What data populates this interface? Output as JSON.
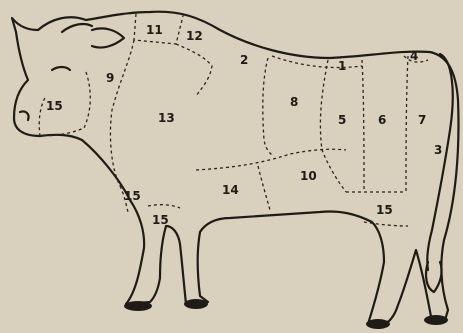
{
  "diagram": {
    "background": "#d9d0bd",
    "ink": "#1f1b16",
    "region_labels": [
      {
        "id": "1",
        "text": "1"
      },
      {
        "id": "2",
        "text": "2"
      },
      {
        "id": "3",
        "text": "3"
      },
      {
        "id": "4",
        "text": "4"
      },
      {
        "id": "5",
        "text": "5"
      },
      {
        "id": "6",
        "text": "6"
      },
      {
        "id": "7",
        "text": "7"
      },
      {
        "id": "8",
        "text": "8"
      },
      {
        "id": "9",
        "text": "9"
      },
      {
        "id": "10",
        "text": "10"
      },
      {
        "id": "11",
        "text": "11"
      },
      {
        "id": "12",
        "text": "12"
      },
      {
        "id": "13",
        "text": "13"
      },
      {
        "id": "14",
        "text": "14"
      },
      {
        "id": "15a",
        "text": "15"
      },
      {
        "id": "15b",
        "text": "15"
      },
      {
        "id": "15c",
        "text": "15"
      },
      {
        "id": "15d",
        "text": "15"
      }
    ]
  }
}
